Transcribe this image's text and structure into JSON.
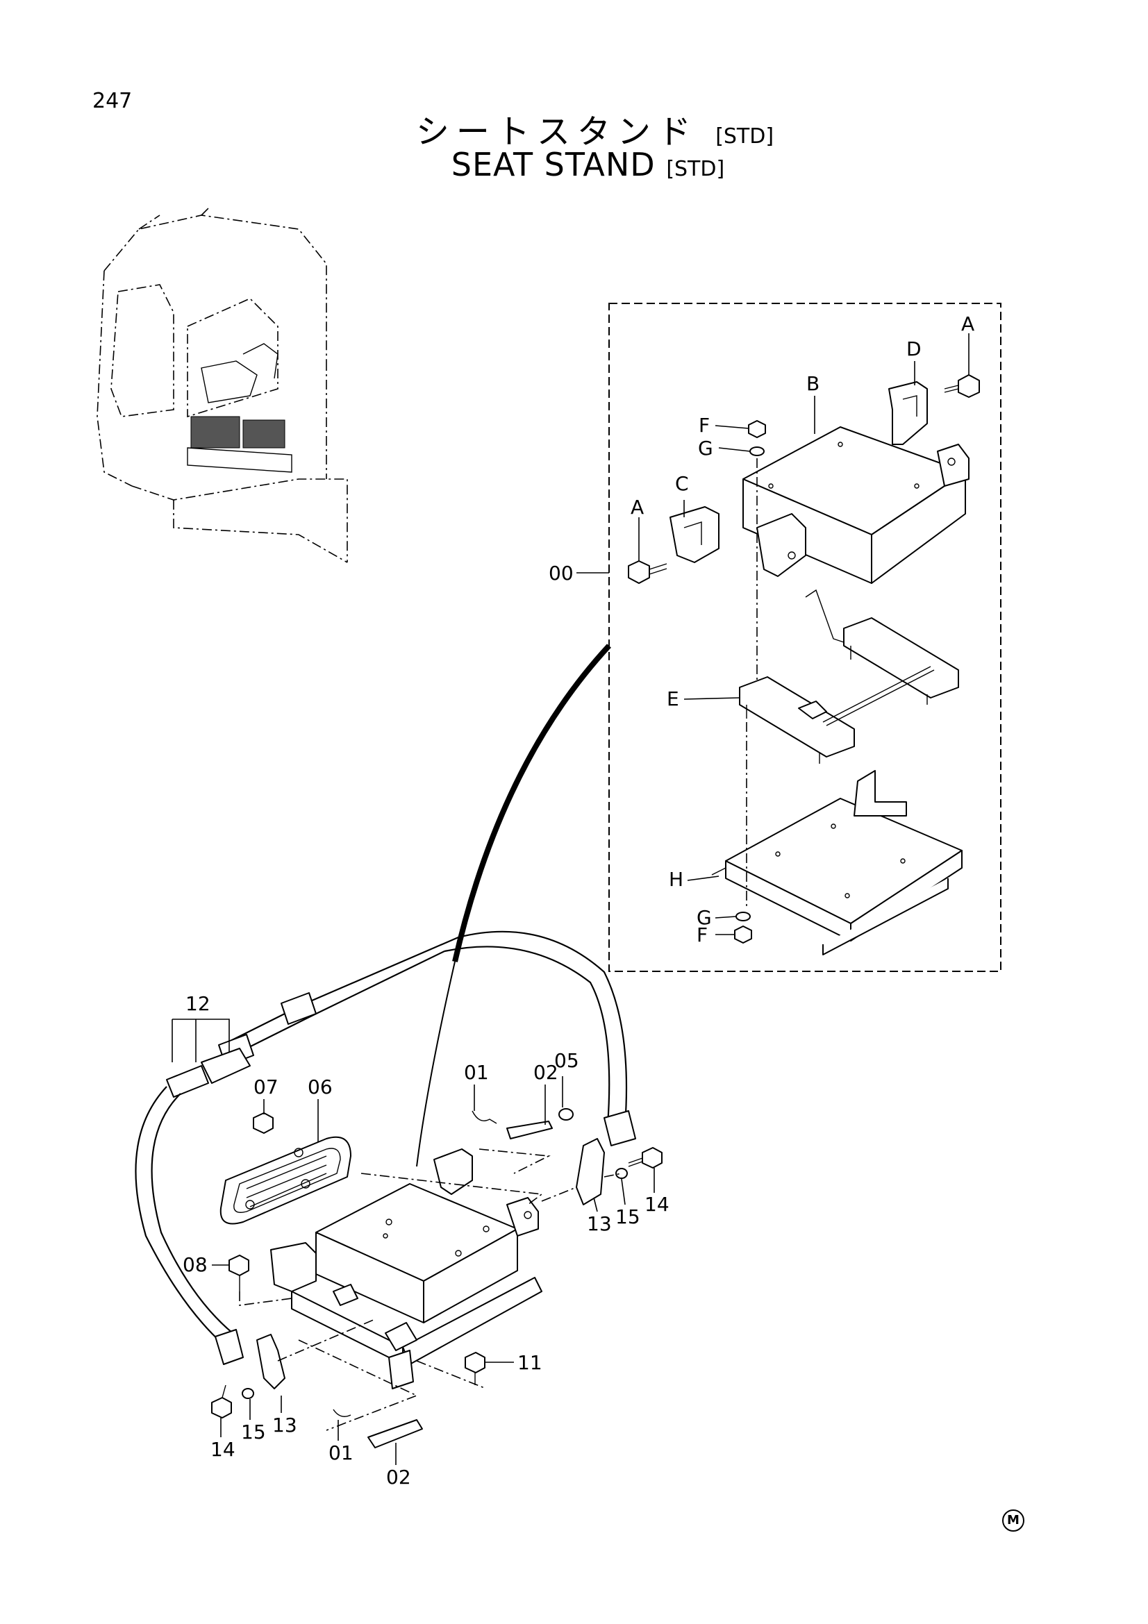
{
  "page_number": "247",
  "title": {
    "jp": "シートスタンド",
    "en": "SEAT STAND",
    "tag": "[STD]"
  },
  "footer_mark": "M",
  "callouts_upper": [
    {
      "id": "A1",
      "text": "A"
    },
    {
      "id": "D",
      "text": "D"
    },
    {
      "id": "B",
      "text": "B"
    },
    {
      "id": "F1",
      "text": "F"
    },
    {
      "id": "G1",
      "text": "G"
    },
    {
      "id": "C",
      "text": "C"
    },
    {
      "id": "A2",
      "text": "A"
    },
    {
      "id": "00",
      "text": "00"
    },
    {
      "id": "E",
      "text": "E"
    },
    {
      "id": "H",
      "text": "H"
    },
    {
      "id": "G2",
      "text": "G"
    },
    {
      "id": "F2",
      "text": "F"
    }
  ],
  "callouts_lower": [
    {
      "id": "12",
      "text": "12"
    },
    {
      "id": "07",
      "text": "07"
    },
    {
      "id": "06",
      "text": "06"
    },
    {
      "id": "01a",
      "text": "01"
    },
    {
      "id": "02a",
      "text": "02"
    },
    {
      "id": "05",
      "text": "05"
    },
    {
      "id": "14a",
      "text": "14"
    },
    {
      "id": "15a",
      "text": "15"
    },
    {
      "id": "13a",
      "text": "13"
    },
    {
      "id": "08",
      "text": "08"
    },
    {
      "id": "11",
      "text": "11"
    },
    {
      "id": "13b",
      "text": "13"
    },
    {
      "id": "15b",
      "text": "15"
    },
    {
      "id": "14b",
      "text": "14"
    },
    {
      "id": "01b",
      "text": "01"
    },
    {
      "id": "02b",
      "text": "02"
    }
  ]
}
